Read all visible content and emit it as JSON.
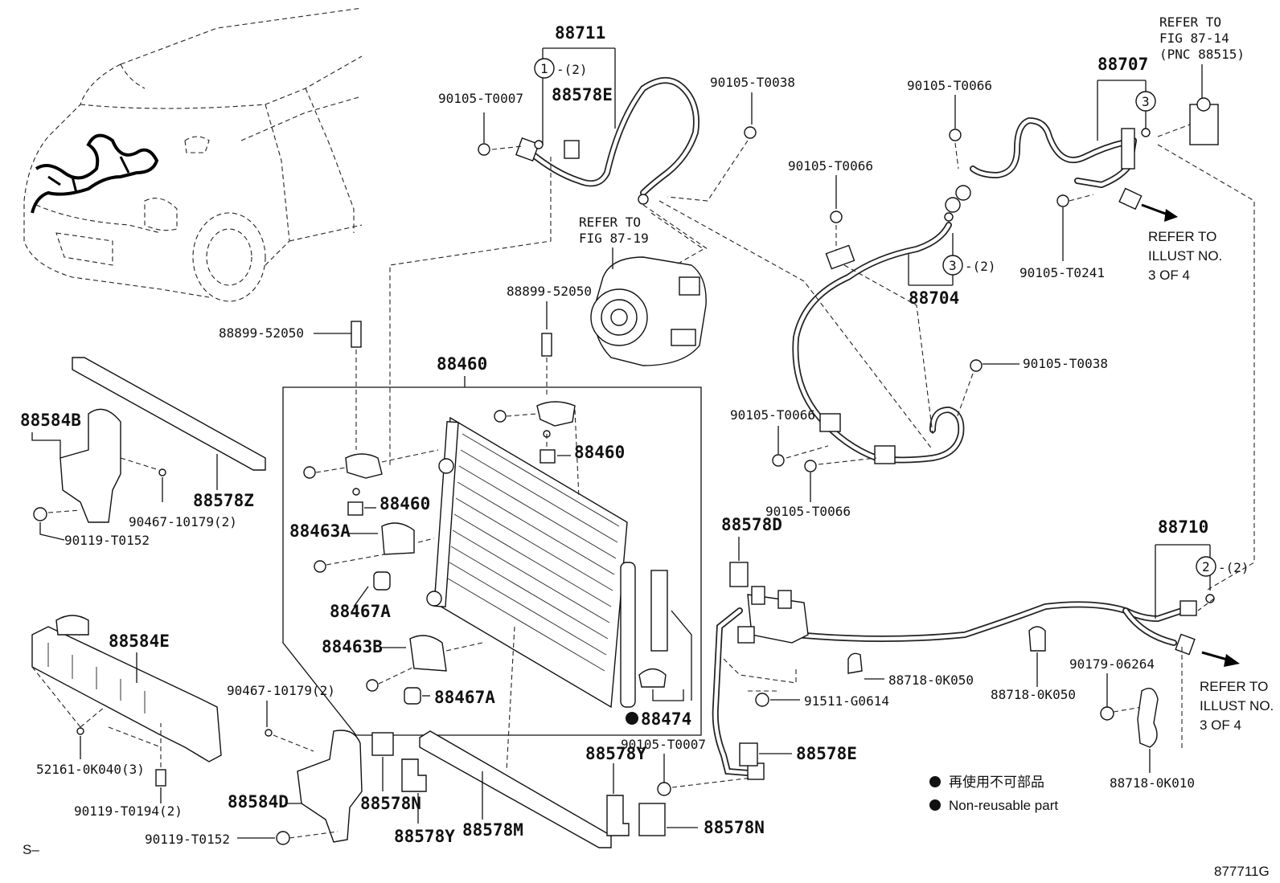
{
  "diagram": {
    "id_code": "877711G",
    "corner_mark": "S–",
    "legend": {
      "jp": "再使用不可部品",
      "en": "Non-reusable part"
    },
    "refs": {
      "fig_87_14": [
        "REFER TO",
        "FIG 87-14",
        "(PNC 88515)"
      ],
      "fig_87_19": [
        "REFER TO",
        "FIG 87-19"
      ],
      "illust_top": [
        "REFER TO",
        "ILLUST NO.",
        "3 OF 4"
      ],
      "illust_bottom": [
        "REFER TO",
        "ILLUST NO.",
        "3 OF 4"
      ]
    },
    "callouts": {
      "c1": "1",
      "c2": "2",
      "c3a": "3",
      "c3b": "3",
      "qty2": "-(2)"
    },
    "labels": {
      "p88711": "88711",
      "p88578E_top": "88578E",
      "p90105_T0007_top": "90105-T0007",
      "p90105_T0038_top": "90105-T0038",
      "p90105_T0066_a": "90105-T0066",
      "p90105_T0066_b": "90105-T0066",
      "p88707": "88707",
      "p88704": "88704",
      "p90105_T0241": "90105-T0241",
      "p88899_52050_a": "88899-52050",
      "p88899_52050_b": "88899-52050",
      "p88460_main": "88460",
      "p88460_a": "88460",
      "p88460_b": "88460",
      "p90105_T0038_mid": "90105-T0038",
      "p90105_T0066_c": "90105-T0066",
      "p90105_T0066_d": "90105-T0066",
      "p88584B": "88584B",
      "p88578Z": "88578Z",
      "p90467_10179_a": "90467-10179(2)",
      "p90119_T0152_a": "90119-T0152",
      "p88463A": "88463A",
      "p88467A_a": "88467A",
      "p88463B": "88463B",
      "p88467A_b": "88467A",
      "p88474": "88474",
      "p88578D": "88578D",
      "p88710": "88710",
      "p88718_0K050_a": "88718-0K050",
      "p88718_0K050_b": "88718-0K050",
      "p91511_G0614": "91511-G0614",
      "p90179_06264": "90179-06264",
      "p88718_0K010": "88718-0K010",
      "p88584E": "88584E",
      "p90467_10179_b": "90467-10179(2)",
      "p52161_0K040": "52161-0K040(3)",
      "p90119_T0194": "90119-T0194(2)",
      "p88584D": "88584D",
      "p90119_T0152_b": "90119-T0152",
      "p88578N_a": "88578N",
      "p88578Y_a": "88578Y",
      "p88578M": "88578M",
      "p88578Y_b": "88578Y",
      "p88578N_b": "88578N",
      "p90105_T0007_bot": "90105-T0007",
      "p88578E_bot": "88578E"
    }
  }
}
